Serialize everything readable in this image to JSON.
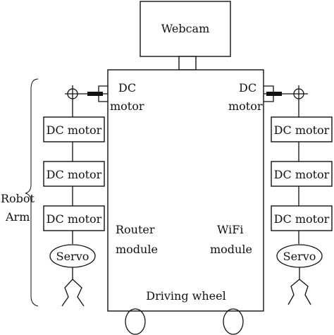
{
  "webcam": {
    "label": "Webcam"
  },
  "body": {
    "router_label_1": "Router",
    "router_label_2": "module",
    "wifi_label_1": "WiFi",
    "wifi_label_2": "module",
    "driving_wheel_label": "Driving wheel"
  },
  "left_arm": {
    "top_motor_label_1": "DC",
    "top_motor_label_2": "motor",
    "motors": [
      "DC motor",
      "DC motor",
      "DC motor"
    ],
    "servo_label": "Servo"
  },
  "right_arm": {
    "top_motor_label_1": "DC",
    "top_motor_label_2": "motor",
    "motors": [
      "DC motor",
      "DC motor",
      "DC motor"
    ],
    "servo_label": "Servo"
  },
  "robot_arm_label_1": "Robot",
  "robot_arm_label_2": "Arm"
}
